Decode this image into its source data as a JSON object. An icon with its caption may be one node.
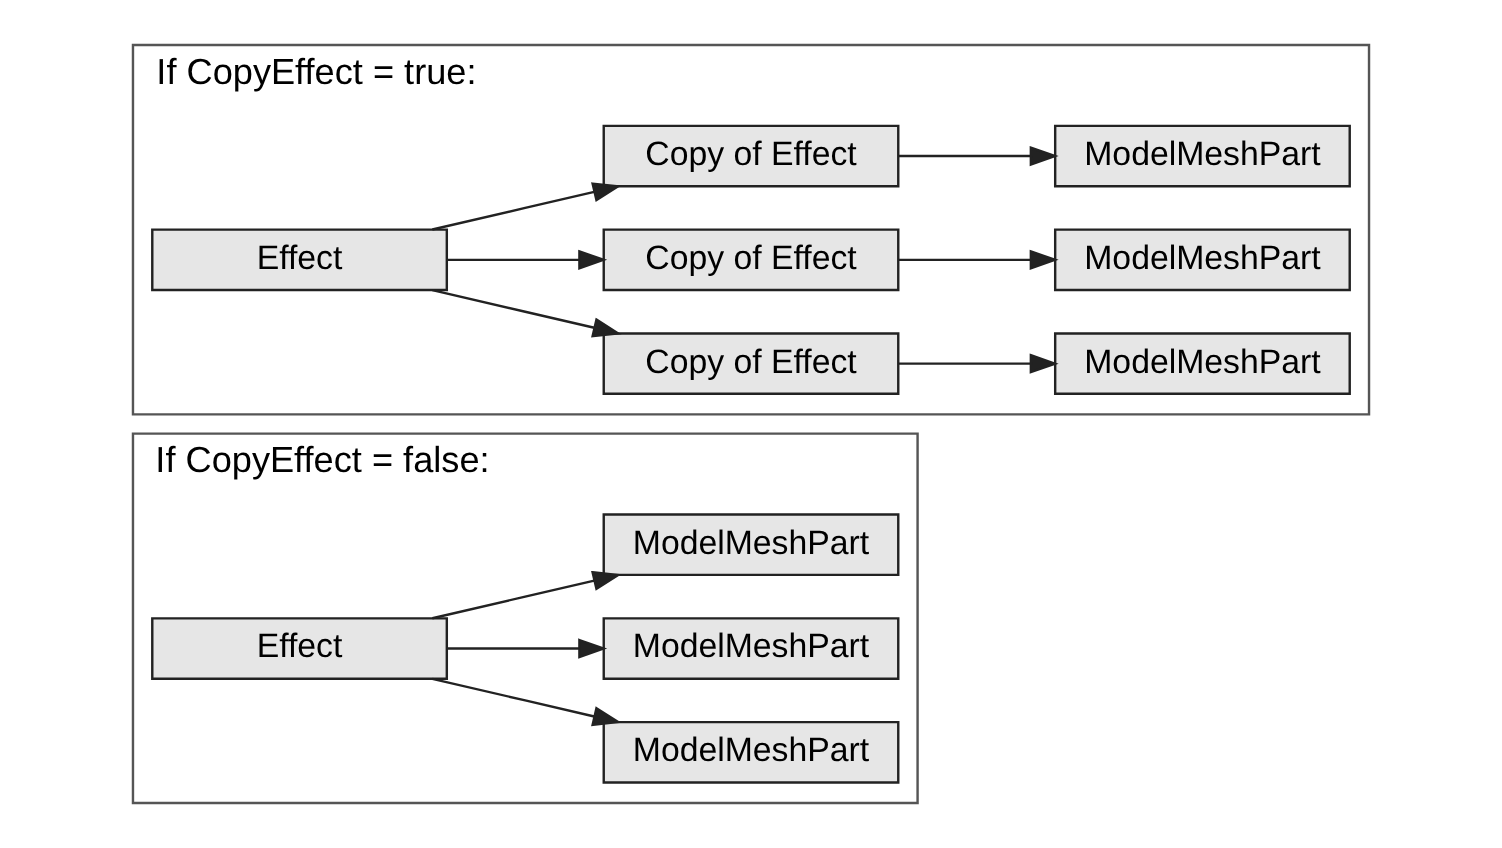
{
  "diagram": {
    "nodes": [
      {
        "text": [
          "If CopyEffect = false:"
        ]
      },
      {
        "text": [
          "Effect"
        ],
        "in": 0
      },
      {
        "text": [
          "ModelMeshPart"
        ],
        "in": 0
      },
      {
        "text": [
          "ModelMeshPart"
        ],
        "in": 0
      },
      {
        "text": [
          "ModelMeshPart"
        ],
        "in": 0
      },
      {
        "text": [
          "If CopyEffect = true:"
        ]
      },
      {
        "text": [
          "Effect"
        ],
        "in": 5
      },
      {
        "text": [
          "Copy of Effect"
        ],
        "in": 5
      },
      {
        "text": [
          "Copy of Effect"
        ],
        "in": 5
      },
      {
        "text": [
          "Copy of Effect"
        ],
        "in": 5
      },
      {
        "text": [
          "ModelMeshPart"
        ],
        "in": 5
      },
      {
        "text": [
          "ModelMeshPart"
        ],
        "in": 5
      },
      {
        "text": [
          "ModelMeshPart"
        ],
        "in": 5
      }
    ],
    "edges": [
      {
        "from": 1,
        "to": 2,
        "arrow": "to"
      },
      {
        "from": 1,
        "to": 3,
        "arrow": "to"
      },
      {
        "from": 1,
        "to": 4,
        "arrow": "to"
      },
      {
        "from": 6,
        "to": 7,
        "arrow": "to"
      },
      {
        "from": 6,
        "to": 8,
        "arrow": "to"
      },
      {
        "from": 6,
        "to": 9,
        "arrow": "to"
      },
      {
        "from": 7,
        "to": 10,
        "arrow": "to"
      },
      {
        "from": 8,
        "to": 11,
        "arrow": "to"
      },
      {
        "from": 9,
        "to": 12,
        "arrow": "to"
      }
    ]
  }
}
